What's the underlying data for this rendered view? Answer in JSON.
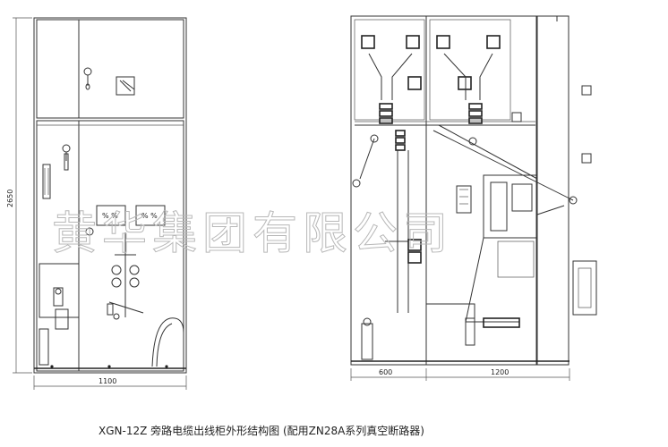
{
  "dimensions": {
    "height_label": "2650",
    "front_width_label": "1100",
    "side_depth_left_label": "600",
    "side_depth_right_label": "1200"
  },
  "watermark": "黄华集团有限公司",
  "caption": "XGN-12Z 旁路电缆出线柜外形结构图 (配用ZN28A系列真空断路器)"
}
